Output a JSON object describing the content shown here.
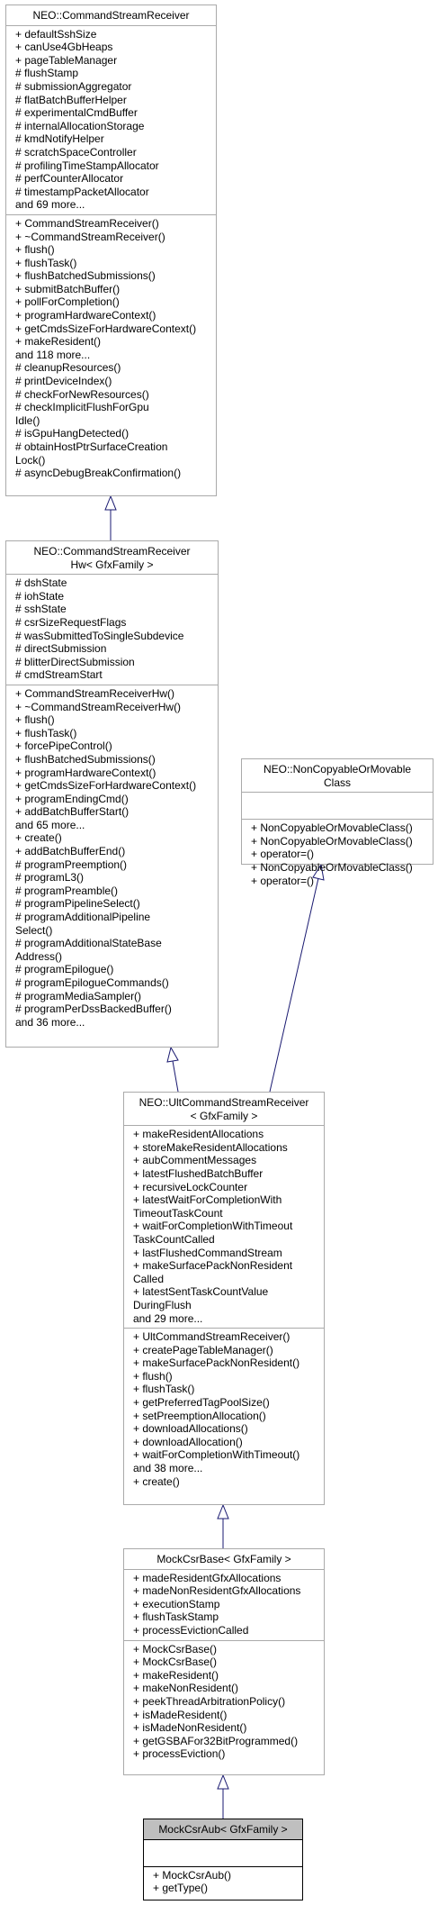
{
  "classes": [
    {
      "id": "csr",
      "title": "NEO::CommandStreamReceiver",
      "attributes": [
        "+ defaultSshSize",
        "+ canUse4GbHeaps",
        "+ pageTableManager",
        "# flushStamp",
        "# submissionAggregator",
        "# flatBatchBufferHelper",
        "# experimentalCmdBuffer",
        "# internalAllocationStorage",
        "# kmdNotifyHelper",
        "# scratchSpaceController",
        "# profilingTimeStampAllocator",
        "# perfCounterAllocator",
        "# timestampPacketAllocator",
        "and 69 more..."
      ],
      "methods": [
        "+ CommandStreamReceiver()",
        "+ ~CommandStreamReceiver()",
        "+ flush()",
        "+ flushTask()",
        "+ flushBatchedSubmissions()",
        "+ submitBatchBuffer()",
        "+ pollForCompletion()",
        "+ programHardwareContext()",
        "+ getCmdsSizeForHardwareContext()",
        "+ makeResident()",
        "and 118 more...",
        "# cleanupResources()",
        "# printDeviceIndex()",
        "# checkForNewResources()",
        "# checkImplicitFlushForGpu",
        "Idle()",
        "# isGpuHangDetected()",
        "# obtainHostPtrSurfaceCreation",
        "Lock()",
        "# asyncDebugBreakConfirmation()"
      ]
    },
    {
      "id": "csrhw",
      "title": "NEO::CommandStreamReceiver\nHw< GfxFamily >",
      "attributes": [
        "# dshState",
        "# iohState",
        "# sshState",
        "# csrSizeRequestFlags",
        "# wasSubmittedToSingleSubdevice",
        "# directSubmission",
        "# blitterDirectSubmission",
        "# cmdStreamStart"
      ],
      "methods": [
        "+ CommandStreamReceiverHw()",
        "+ ~CommandStreamReceiverHw()",
        "+ flush()",
        "+ flushTask()",
        "+ forcePipeControl()",
        "+ flushBatchedSubmissions()",
        "+ programHardwareContext()",
        "+ getCmdsSizeForHardwareContext()",
        "+ programEndingCmd()",
        "+ addBatchBufferStart()",
        "and 65 more...",
        "+ create()",
        "+ addBatchBufferEnd()",
        "# programPreemption()",
        "# programL3()",
        "# programPreamble()",
        "# programPipelineSelect()",
        "# programAdditionalPipeline",
        "Select()",
        "# programAdditionalStateBase",
        "Address()",
        "# programEpilogue()",
        "# programEpilogueCommands()",
        "# programMediaSampler()",
        "# programPerDssBackedBuffer()",
        "and 36 more..."
      ]
    },
    {
      "id": "noncopy",
      "title": "NEO::NonCopyableOrMovable\nClass",
      "attributes": [],
      "methods": [
        "+ NonCopyableOrMovableClass()",
        "+ NonCopyableOrMovableClass()",
        "+ operator=()",
        "+ NonCopyableOrMovableClass()",
        "+ operator=()"
      ]
    },
    {
      "id": "ult",
      "title": "NEO::UltCommandStreamReceiver\n< GfxFamily >",
      "attributes": [
        "+ makeResidentAllocations",
        "+ storeMakeResidentAllocations",
        "+ aubCommentMessages",
        "+ latestFlushedBatchBuffer",
        "+ recursiveLockCounter",
        "+ latestWaitForCompletionWith",
        "TimeoutTaskCount",
        "+ waitForCompletionWithTimeout",
        "TaskCountCalled",
        "+ lastFlushedCommandStream",
        "+ makeSurfacePackNonResident",
        "Called",
        "+ latestSentTaskCountValue",
        "DuringFlush",
        "and 29 more..."
      ],
      "methods": [
        "+ UltCommandStreamReceiver()",
        "+ createPageTableManager()",
        "+ makeSurfacePackNonResident()",
        "+ flush()",
        "+ flushTask()",
        "+ getPreferredTagPoolSize()",
        "+ setPreemptionAllocation()",
        "+ downloadAllocations()",
        "+ downloadAllocation()",
        "+ waitForCompletionWithTimeout()",
        "and 38 more...",
        "+ create()"
      ]
    },
    {
      "id": "mock",
      "title": "MockCsrBase< GfxFamily >",
      "attributes": [
        "+ madeResidentGfxAllocations",
        "+ madeNonResidentGfxAllocations",
        "+ executionStamp",
        "+ flushTaskStamp",
        "+ processEvictionCalled"
      ],
      "methods": [
        "+ MockCsrBase()",
        "+ MockCsrBase()",
        "+ makeResident()",
        "+ makeNonResident()",
        "+ peekThreadArbitrationPolicy()",
        "+ isMadeResident()",
        "+ isMadeNonResident()",
        "+ getGSBAFor32BitProgrammed()",
        "+ processEviction()"
      ]
    },
    {
      "id": "aub",
      "title": "MockCsrAub< GfxFamily >",
      "attributes": [],
      "methods": [
        "+ MockCsrAub()",
        "+ getType()"
      ]
    }
  ],
  "colors": {
    "edge": "#191970",
    "border": "#aaaaaa",
    "highlight_fill": "#bfbfbf"
  }
}
